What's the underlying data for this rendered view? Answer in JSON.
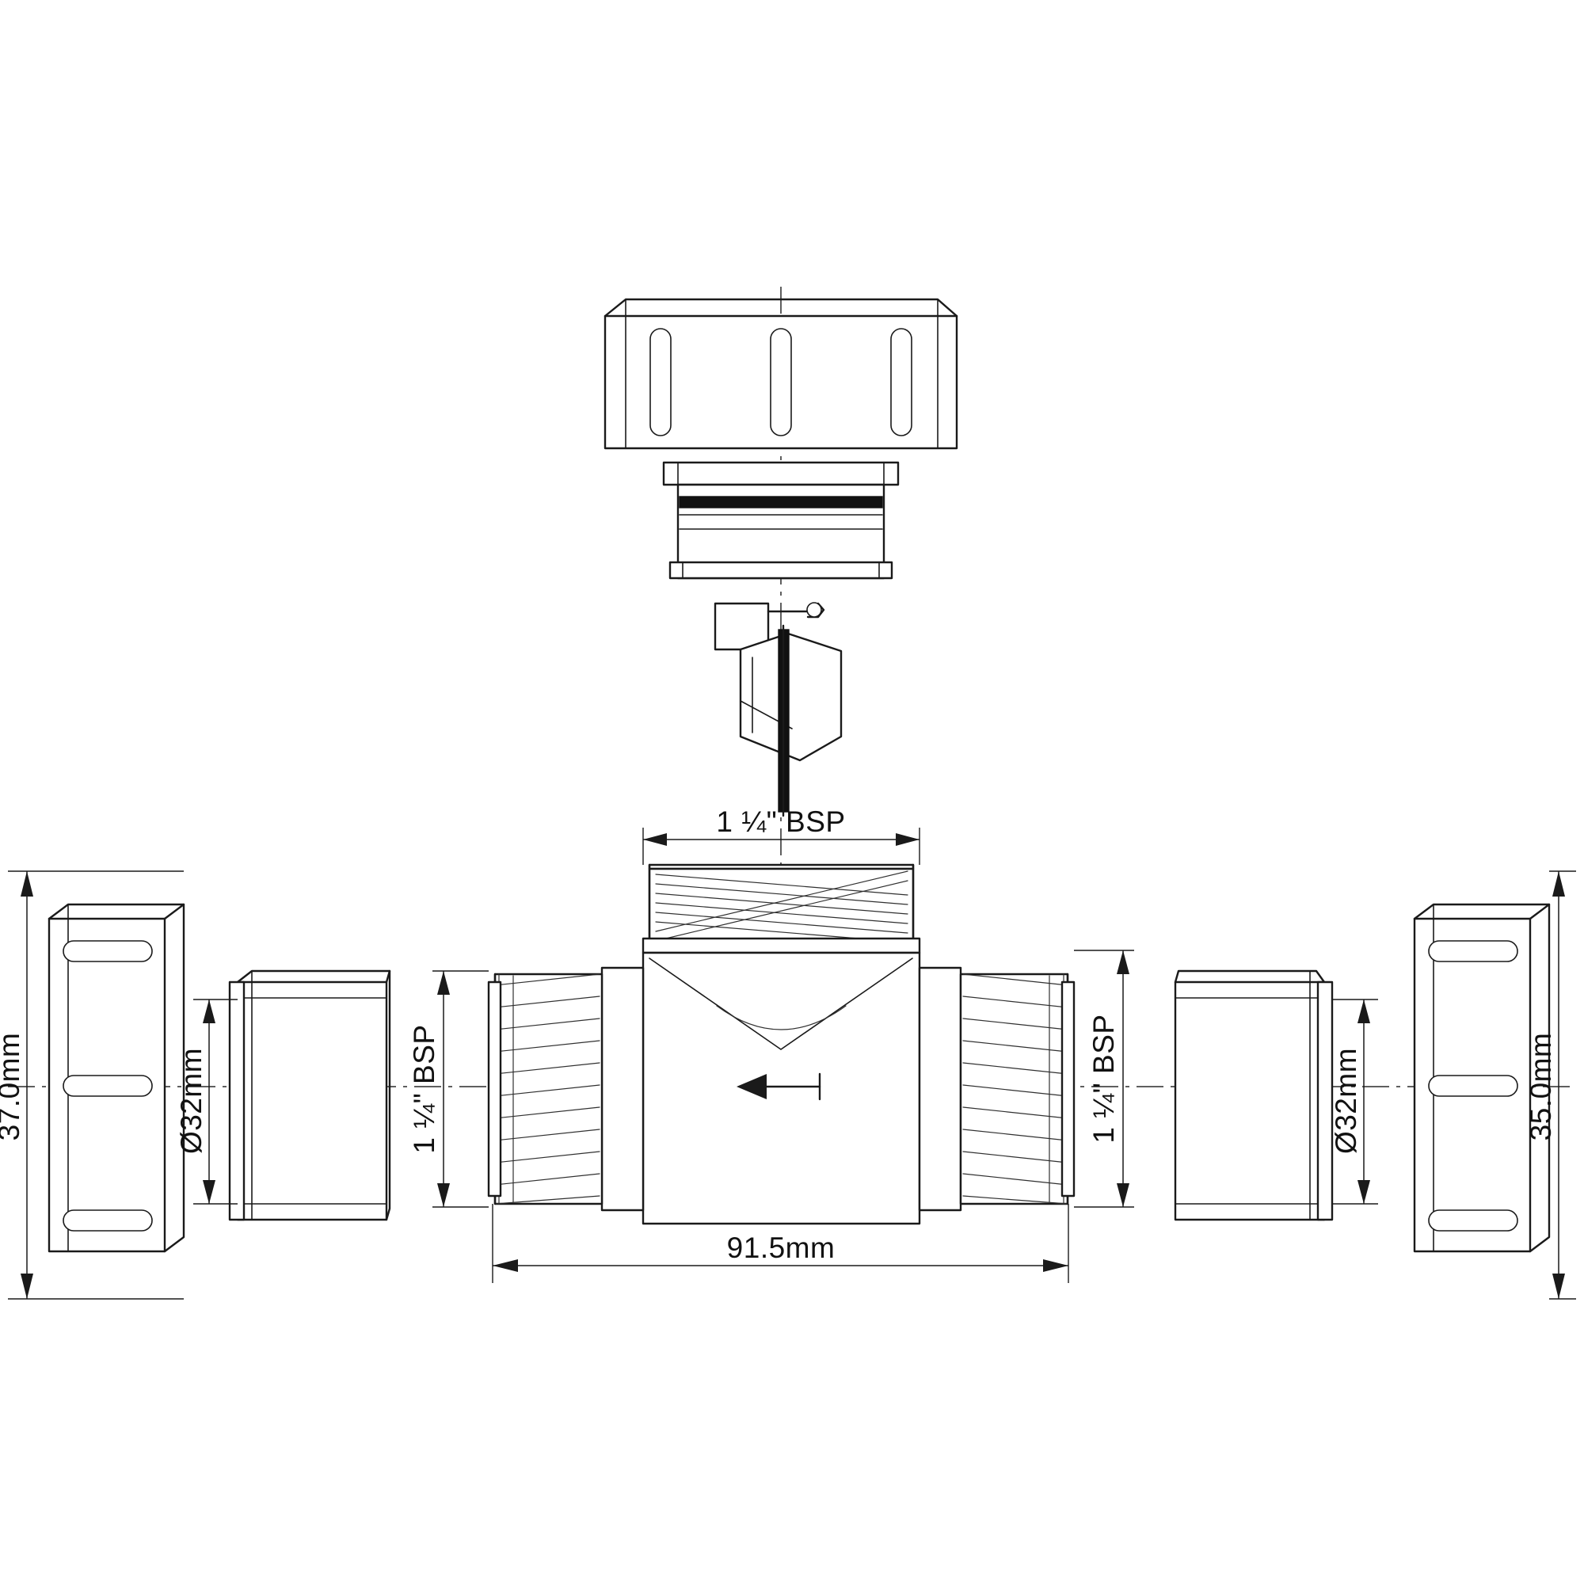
{
  "drawing": {
    "title": "Inline valve exploded assembly drawing",
    "type": "engineering-line-drawing",
    "units": "mm",
    "background_color": "#ffffff",
    "line_color": "#1a1a1a"
  },
  "dimensions": {
    "top_thread": "1 ¼\" BSP",
    "left_thread": "1 ¼\" BSP",
    "right_thread": "1 ¼\" BSP",
    "body_length": "91.5mm",
    "left_nut_height": "37.0mm",
    "right_nut_height": "35.0mm",
    "left_pipe_diameter": "Ø32mm",
    "right_pipe_diameter": "Ø32mm"
  },
  "labels": [
    {
      "id": "top-bsp",
      "text": "1 ¼\" BSP",
      "orientation": "horizontal"
    },
    {
      "id": "left-bsp",
      "text": "1 ¼\" BSP",
      "orientation": "vertical"
    },
    {
      "id": "right-bsp",
      "text": "1 ¼\" BSP",
      "orientation": "vertical"
    },
    {
      "id": "body-length",
      "text": "91.5mm",
      "orientation": "horizontal"
    },
    {
      "id": "left-nut-height",
      "text": "37.0mm",
      "orientation": "vertical"
    },
    {
      "id": "right-nut-height",
      "text": "35.0mm",
      "orientation": "vertical"
    },
    {
      "id": "left-diameter",
      "text": "Ø32mm",
      "orientation": "vertical"
    },
    {
      "id": "right-diameter",
      "text": "Ø32mm",
      "orientation": "vertical"
    }
  ],
  "parts": [
    {
      "id": "top-cap-nut",
      "name": "Top access cap nut with ribs"
    },
    {
      "id": "top-collar",
      "name": "Threaded collar with seal washer"
    },
    {
      "id": "valve-flap",
      "name": "Internal hinged flap valve"
    },
    {
      "id": "valve-body",
      "name": "Inline valve body with side threads"
    },
    {
      "id": "flow-arrow",
      "name": "Flow direction arrow pointing left"
    },
    {
      "id": "left-compression-nut",
      "name": "Left compression nut"
    },
    {
      "id": "left-pipe-socket",
      "name": "Left pipe socket Ø32mm"
    },
    {
      "id": "right-pipe-socket",
      "name": "Right pipe socket Ø32mm"
    },
    {
      "id": "right-compression-nut",
      "name": "Right compression nut"
    }
  ]
}
